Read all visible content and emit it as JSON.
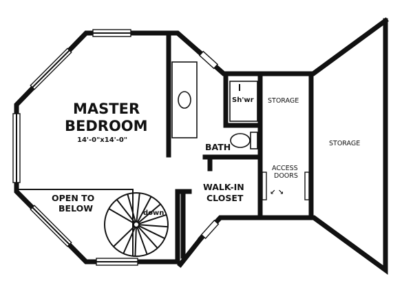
{
  "rooms": {
    "master_bedroom": {
      "line1": "MASTER",
      "line2": "BEDROOM",
      "size": "14'-0\"x14'-0\""
    },
    "open_to_below": {
      "line1": "OPEN TO",
      "line2": "BELOW"
    },
    "bath": "BATH",
    "shower": "Sh'wr",
    "walk_in_closet": {
      "line1": "WALK-IN",
      "line2": "CLOSET"
    },
    "storage_small": "STORAGE",
    "storage_large": "STORAGE",
    "access_doors": {
      "line1": "ACCESS",
      "line2": "DOORS"
    }
  },
  "stair": {
    "direction_label": "down"
  },
  "colors": {
    "ink": "#111111",
    "paper": "#ffffff"
  }
}
